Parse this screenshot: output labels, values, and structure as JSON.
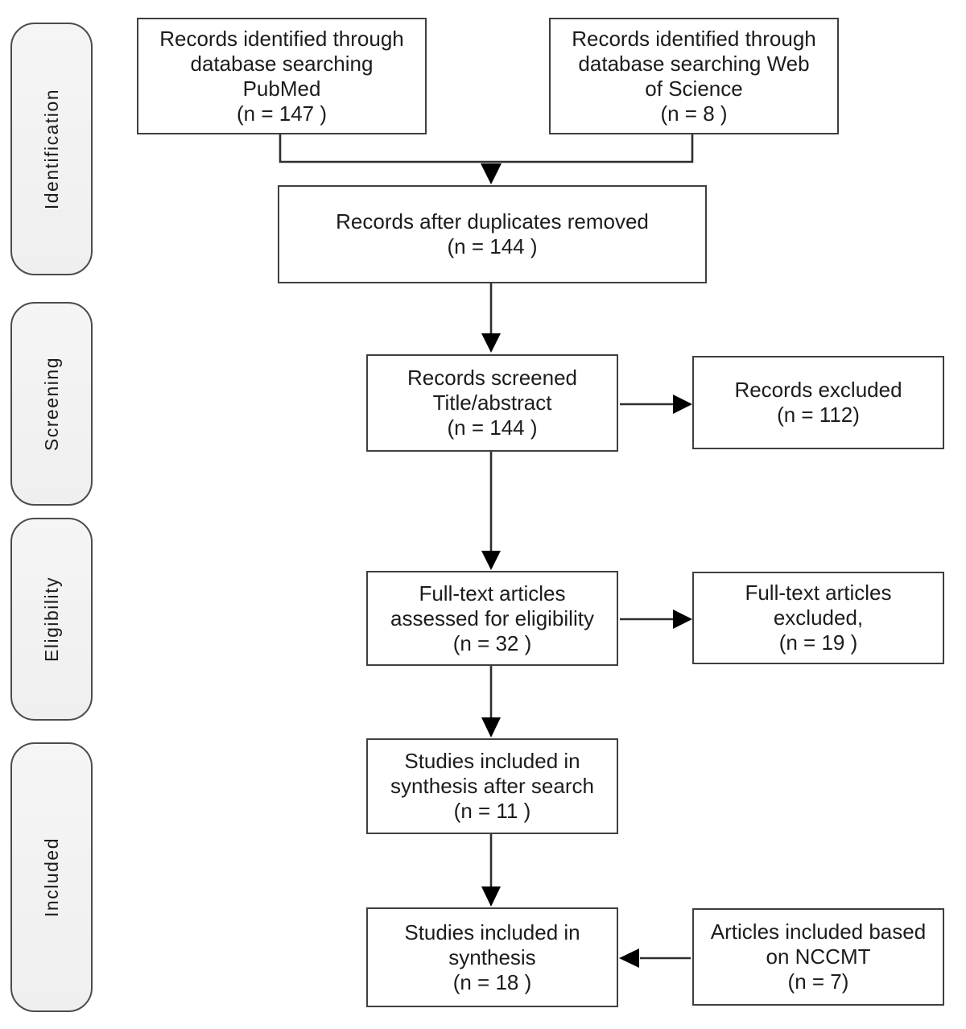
{
  "colors": {
    "background": "#ffffff",
    "box_fill": "#ffffff",
    "box_border": "#3f3f3f",
    "sidebar_fill": "#f1f1f1",
    "sidebar_border": "#4c4c4c",
    "text": "#1c1c1c",
    "connector": "#2e2e2e",
    "arrowhead": "#000000"
  },
  "sidebar": {
    "items": [
      {
        "label": "Identification"
      },
      {
        "label": "Screening"
      },
      {
        "label": "Eligibility"
      },
      {
        "label": "Included"
      }
    ]
  },
  "boxes": {
    "pubmed": {
      "text": "Records identified through\ndatabase searching\nPubMed",
      "count": "(n = 147 )"
    },
    "web_of_science": {
      "text": "Records identified through\ndatabase searching Web\nof Science",
      "count": "(n = 8 )"
    },
    "duplicates_removed": {
      "text": "Records after duplicates removed",
      "count": "(n = 144 )"
    },
    "records_screened": {
      "text": "Records screened\nTitle/abstract",
      "count": "(n = 144 )"
    },
    "records_excluded": {
      "text": "Records excluded",
      "count": "(n = 112)"
    },
    "fulltext_assessed": {
      "text": "Full-text articles\nassessed for eligibility",
      "count": "(n = 32 )"
    },
    "fulltext_excluded": {
      "text": "Full-text articles\nexcluded,",
      "count": "(n = 19 )"
    },
    "synthesis_after_search": {
      "text": "Studies included in\nsynthesis after search",
      "count": "(n = 11 )"
    },
    "synthesis": {
      "text": "Studies included in\nsynthesis",
      "count": "(n = 18 )"
    },
    "nccmt": {
      "text": "Articles included based\non NCCMT",
      "count": "(n = 7)"
    }
  }
}
